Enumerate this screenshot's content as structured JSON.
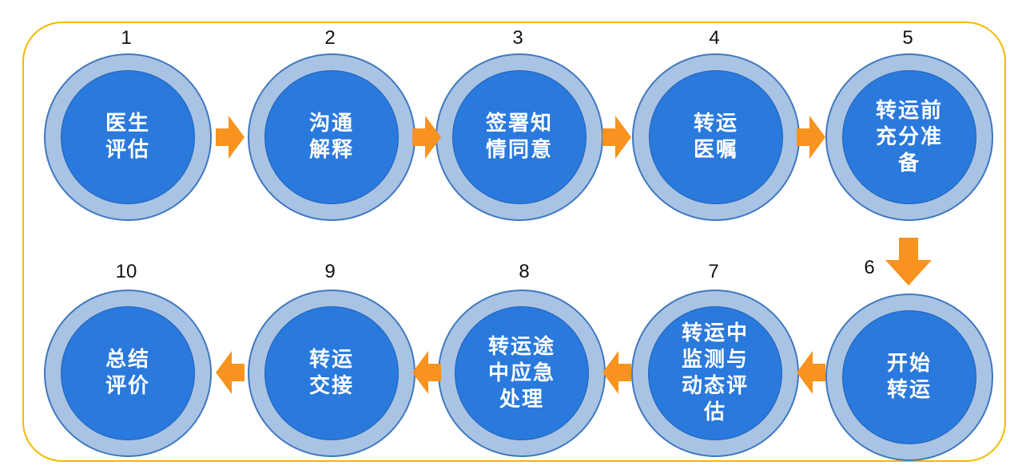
{
  "steps": [
    {
      "num": "1",
      "label": "医生\n评估"
    },
    {
      "num": "2",
      "label": "沟通\n解释"
    },
    {
      "num": "3",
      "label": "签署知\n情同意"
    },
    {
      "num": "4",
      "label": "转运\n医嘱"
    },
    {
      "num": "5",
      "label": "转运前\n充分准\n备"
    },
    {
      "num": "6",
      "label": "开始\n转运"
    },
    {
      "num": "7",
      "label": "转运中\n监测与\n动态评\n估"
    },
    {
      "num": "8",
      "label": "转运途\n中应急\n处理"
    },
    {
      "num": "9",
      "label": "转运\n交接"
    },
    {
      "num": "10",
      "label": "总结\n评价"
    }
  ],
  "colors": {
    "border": "#f5b800",
    "arrow": "#f7931e",
    "ring": "#a9c3e4",
    "core": "#2a79dc"
  }
}
